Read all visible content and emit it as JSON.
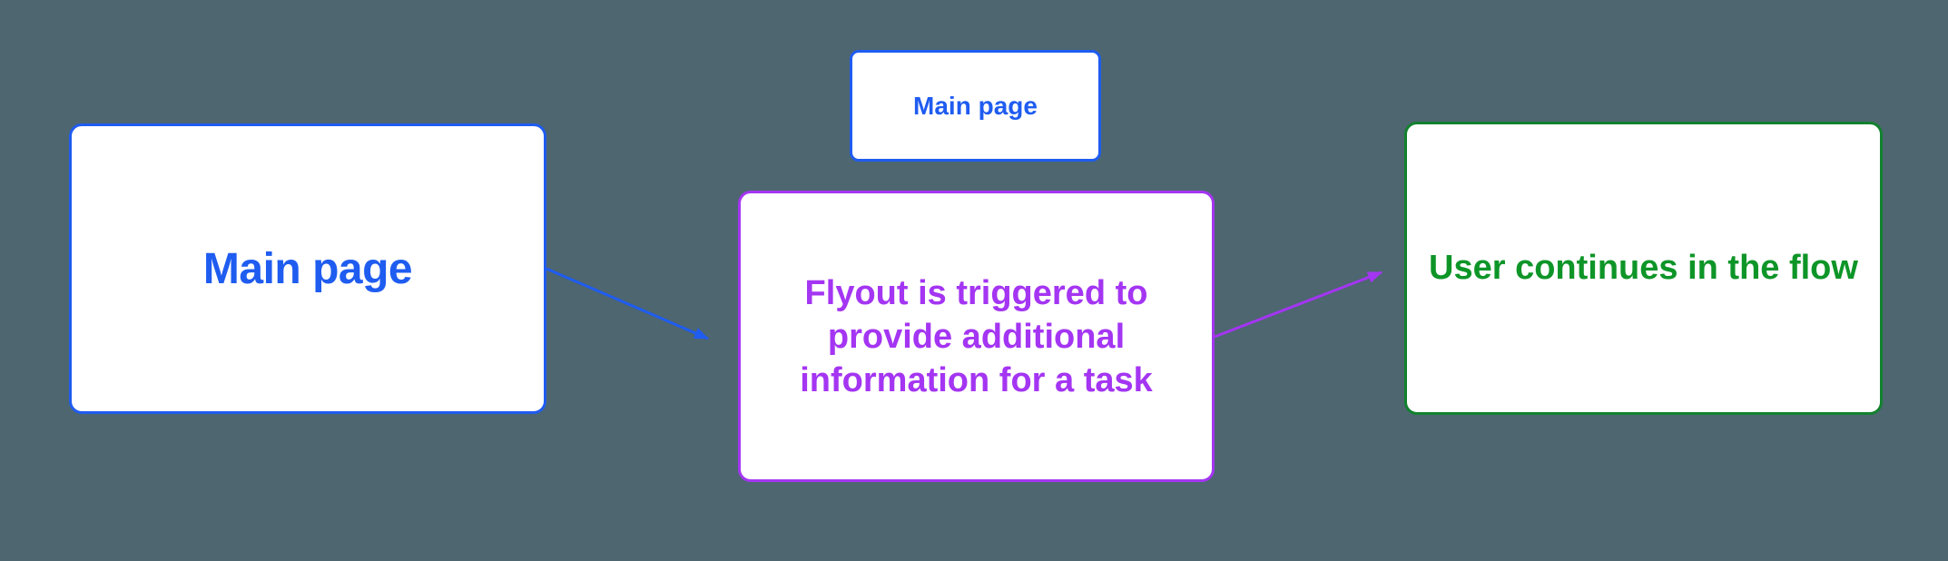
{
  "colors": {
    "background": "#4D6670",
    "node_fill": "#FFFFFF",
    "blue": "#1F5CF0",
    "purple": "#A435F2",
    "green_text": "#0E9528",
    "green_border": "#12812E"
  },
  "nodes": {
    "main_page": {
      "label": "Main page"
    },
    "main_page_mini": {
      "label": "Main page"
    },
    "flyout": {
      "lines": [
        "Flyout is triggered to",
        "provide additional",
        "information for a task"
      ]
    },
    "continue_flow": {
      "label": "User continues in the flow"
    }
  },
  "connectors": {
    "main_to_flyout": {
      "from": "Main page",
      "to": "Flyout"
    },
    "flyout_to_continue": {
      "from": "Flyout",
      "to": "User continues in the flow"
    }
  }
}
